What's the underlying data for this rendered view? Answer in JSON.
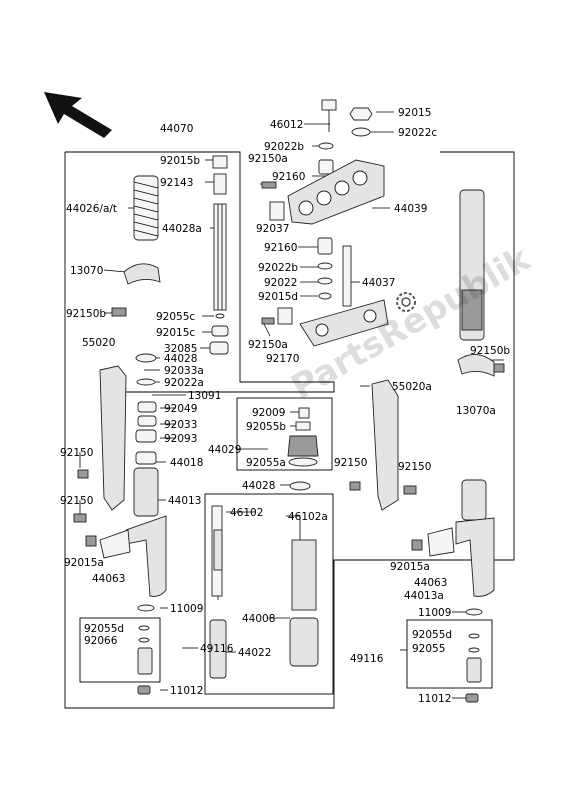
{
  "labels": {
    "l44070": "44070",
    "l46012": "46012",
    "l92015": "92015",
    "l92022b_top": "92022b",
    "l92022c": "92022c",
    "l92015b": "92015b",
    "l92150a_top": "92150a",
    "l92143": "92143",
    "l92160_top": "92160",
    "l44026": "44026/a/t",
    "l44039": "44039",
    "l44028a": "44028a",
    "l92037": "92037",
    "l92160_mid": "92160",
    "l13070": "13070",
    "l92022b_mid": "92022b",
    "l44037": "44037",
    "l92022": "92022",
    "l92015d": "92015d",
    "l92150b_left": "92150b",
    "l92055c": "92055c",
    "l92015c": "92015c",
    "l92150a_mid": "92150a",
    "l55020": "55020",
    "l32085": "32085",
    "l44028": "44028",
    "l92170": "92170",
    "l92150b_right": "92150b",
    "l92033a": "92033a",
    "l92022a": "92022a",
    "l13091": "13091",
    "l55020a": "55020a",
    "l13070a": "13070a",
    "l92049": "92049",
    "l92009": "92009",
    "l92033": "92033",
    "l92055b": "92055b",
    "l92093": "92093",
    "l44029": "44029",
    "l92150_left": "92150",
    "l44018": "44018",
    "l92055a": "92055a",
    "l92150_r1": "92150",
    "l92150_r2": "92150",
    "l44028_b": "44028",
    "l92150_left2": "92150",
    "l44013": "44013",
    "l46102": "46102",
    "l46102a": "46102a",
    "l92015a_left": "92015a",
    "l44063_left": "44063",
    "l92015a_right": "92015a",
    "l44063_right": "44063",
    "l44013a": "44013a",
    "l11009_left": "11009",
    "l11009_right": "11009",
    "l44008": "44008",
    "l92055d_left": "92055d",
    "l92066": "92066",
    "l49116_left": "49116",
    "l44022": "44022",
    "l92055d_right": "92055d",
    "l92055": "92055",
    "l49116_right": "49116",
    "l11012_left": "11012",
    "l11012_right": "11012"
  },
  "watermark": "PartsRepublik"
}
